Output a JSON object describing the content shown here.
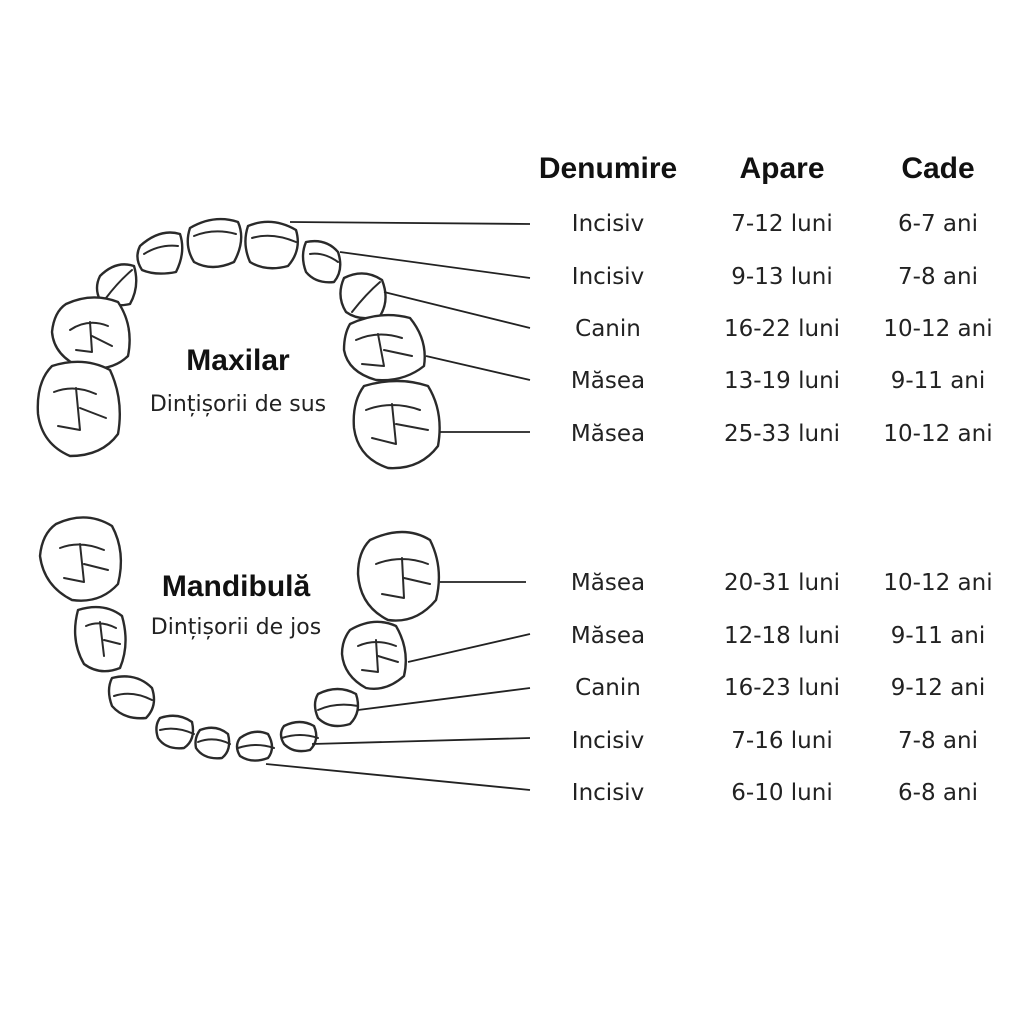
{
  "table": {
    "headers": {
      "name": "Denumire",
      "appears": "Apare",
      "falls": "Cade"
    },
    "upper_rows": [
      {
        "name": "Incisiv",
        "appears": "7-12 luni",
        "falls": "6-7 ani"
      },
      {
        "name": "Incisiv",
        "appears": "9-13 luni",
        "falls": "7-8 ani"
      },
      {
        "name": "Canin",
        "appears": "16-22 luni",
        "falls": "10-12 ani"
      },
      {
        "name": "Măsea",
        "appears": "13-19 luni",
        "falls": "9-11 ani"
      },
      {
        "name": "Măsea",
        "appears": "25-33 luni",
        "falls": "10-12 ani"
      }
    ],
    "lower_rows": [
      {
        "name": "Măsea",
        "appears": "20-31 luni",
        "falls": "10-12 ani"
      },
      {
        "name": "Măsea",
        "appears": "12-18 luni",
        "falls": "9-11 ani"
      },
      {
        "name": "Canin",
        "appears": "16-23 luni",
        "falls": "9-12 ani"
      },
      {
        "name": "Incisiv",
        "appears": "7-16 luni",
        "falls": "7-8 ani"
      },
      {
        "name": "Incisiv",
        "appears": "6-10 luni",
        "falls": "6-8 ani"
      }
    ]
  },
  "upper_jaw": {
    "title": "Maxilar",
    "subtitle": "Dințișorii de sus"
  },
  "lower_jaw": {
    "title": "Mandibulă",
    "subtitle": "Dințișorii de jos"
  },
  "colors": {
    "outline": "#2a2a2a",
    "text": "#111111",
    "background": "#ffffff"
  }
}
